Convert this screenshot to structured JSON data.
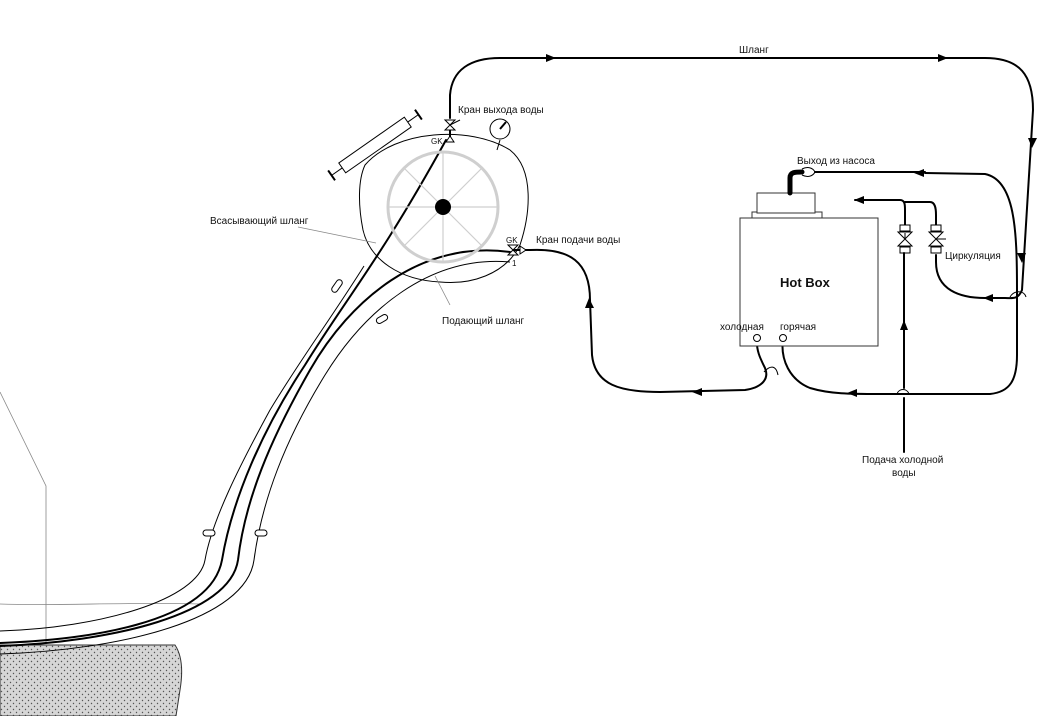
{
  "labels": {
    "hose": "Шланг",
    "water_outlet_valve": "Кран выхода воды",
    "suction_hose": "Всасывающий шланг",
    "water_inlet_valve": "Кран подачи воды",
    "supply_hose": "Подающий шланг",
    "pump_outlet": "Выход из насоса",
    "circulation": "Циркуляция",
    "hot_box": "Hot Box",
    "cold": "холодная",
    "hot": "горячая",
    "cold_supply_line1": "Подача холодной",
    "cold_supply_line2": "воды",
    "gk_top": "GK",
    "gk_side": "GK",
    "valve_number": "1"
  },
  "colors": {
    "line": "#000000",
    "hatch": "#d9d9d9",
    "wheel": "#cfcfcf"
  }
}
